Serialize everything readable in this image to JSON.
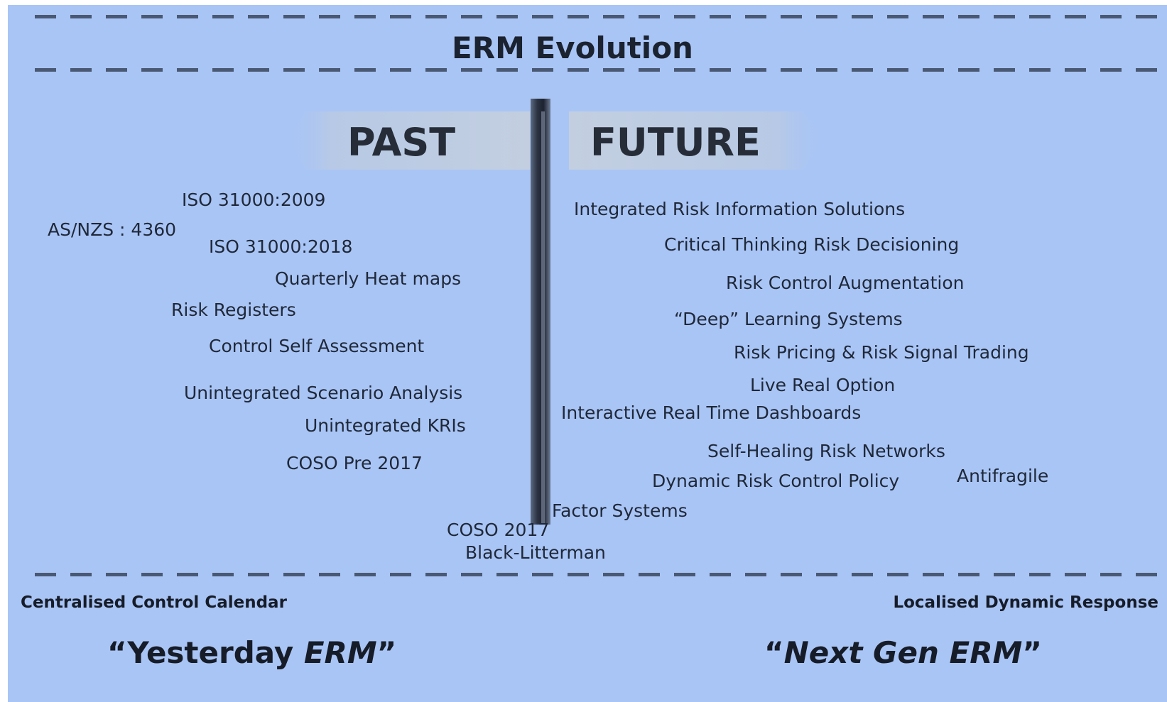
{
  "title": "ERM Evolution",
  "sign": {
    "left": "PAST",
    "right": "FUTURE"
  },
  "past_items": {
    "iso2009": "ISO 31000:2009",
    "asnzs": "AS/NZS : 4360",
    "iso2018": "ISO 31000:2018",
    "heatmaps": "Quarterly Heat maps",
    "registers": "Risk Registers",
    "csa": "Control Self Assessment",
    "scenario": "Unintegrated Scenario Analysis",
    "kris": "Unintegrated KRIs",
    "coso_pre": "COSO Pre 2017"
  },
  "future_items": {
    "iris": "Integrated Risk Information Solutions",
    "critical": "Critical Thinking Risk Decisioning",
    "augment": "Risk Control Augmentation",
    "deep": "“Deep” Learning Systems",
    "pricing": "Risk Pricing & Risk Signal Trading",
    "live": "Live Real Option",
    "dashboards": "Interactive Real Time Dashboards",
    "selfheal": "Self-Healing Risk Networks",
    "dynamic": "Dynamic Risk Control Policy",
    "antifragile": "Antifragile"
  },
  "center_items": {
    "factor": "Factor Systems",
    "coso2017": "COSO 2017",
    "bl": "Black-Litterman"
  },
  "bottom": {
    "left_label": "Centralised Control Calendar",
    "right_label": "Localised Dynamic Response",
    "left_big_open": "“Yesterday ",
    "left_big_em": "ERM",
    "left_big_close": "”",
    "right_big_open": "“",
    "right_big_em": "Next Gen ERM",
    "right_big_close": "”"
  }
}
